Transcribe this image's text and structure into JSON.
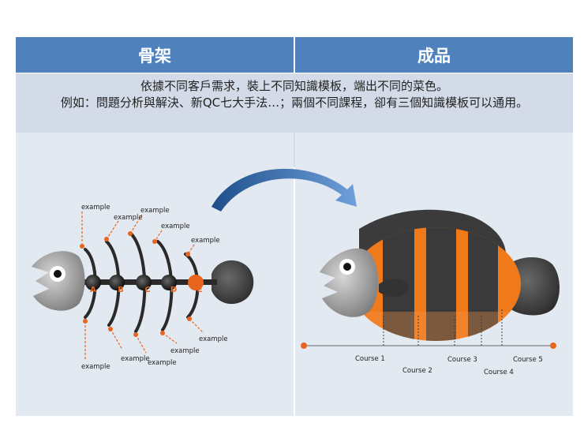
{
  "table": {
    "header_left": "骨架",
    "header_right": "成品",
    "description_line1": "依據不同客戶需求，裝上不同知識模板，端出不同的菜色。",
    "description_line2": "例如：問題分析與解決、新QC七大手法…；兩個不同課程，卻有三個知識模板可以通用。"
  },
  "skeleton": {
    "nodes": [
      "A",
      "B",
      "C",
      "D",
      "E"
    ],
    "labels": [
      "example",
      "example",
      "example",
      "example",
      "example",
      "example",
      "example",
      "example",
      "example",
      "example"
    ],
    "accent_color": "#e8651e"
  },
  "finished": {
    "courses": [
      "Course 1",
      "Course 2",
      "Course 3",
      "Course 4",
      "Course 5"
    ],
    "stripe_color": "#f07a1a",
    "dark_color": "#3a3a3a"
  }
}
